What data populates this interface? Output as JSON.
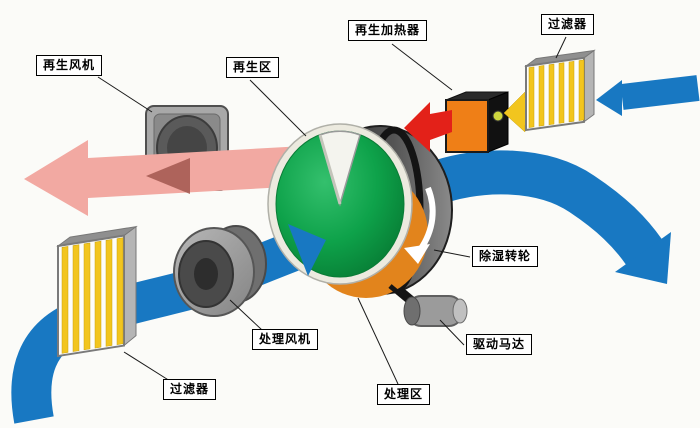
{
  "diagram": {
    "labels": {
      "regen_fan": "再生风机",
      "regen_zone": "再生区",
      "regen_heater": "再生加热器",
      "filter_top": "过滤器",
      "wheel": "除湿转轮",
      "drive_motor": "驱动马达",
      "process_fan": "处理风机",
      "process_zone": "处理区",
      "filter_bottom": "过滤器"
    },
    "colors": {
      "process_air_blue": "#1878c2",
      "regen_exhaust_pink": "#f2a9a2",
      "hot_air_red": "#e32119",
      "heated_air_yellow": "#f2c51e",
      "wheel_green": "#0ea24a",
      "wheel_orange": "#e2841c",
      "heater_orange": "#ef7f17"
    }
  }
}
